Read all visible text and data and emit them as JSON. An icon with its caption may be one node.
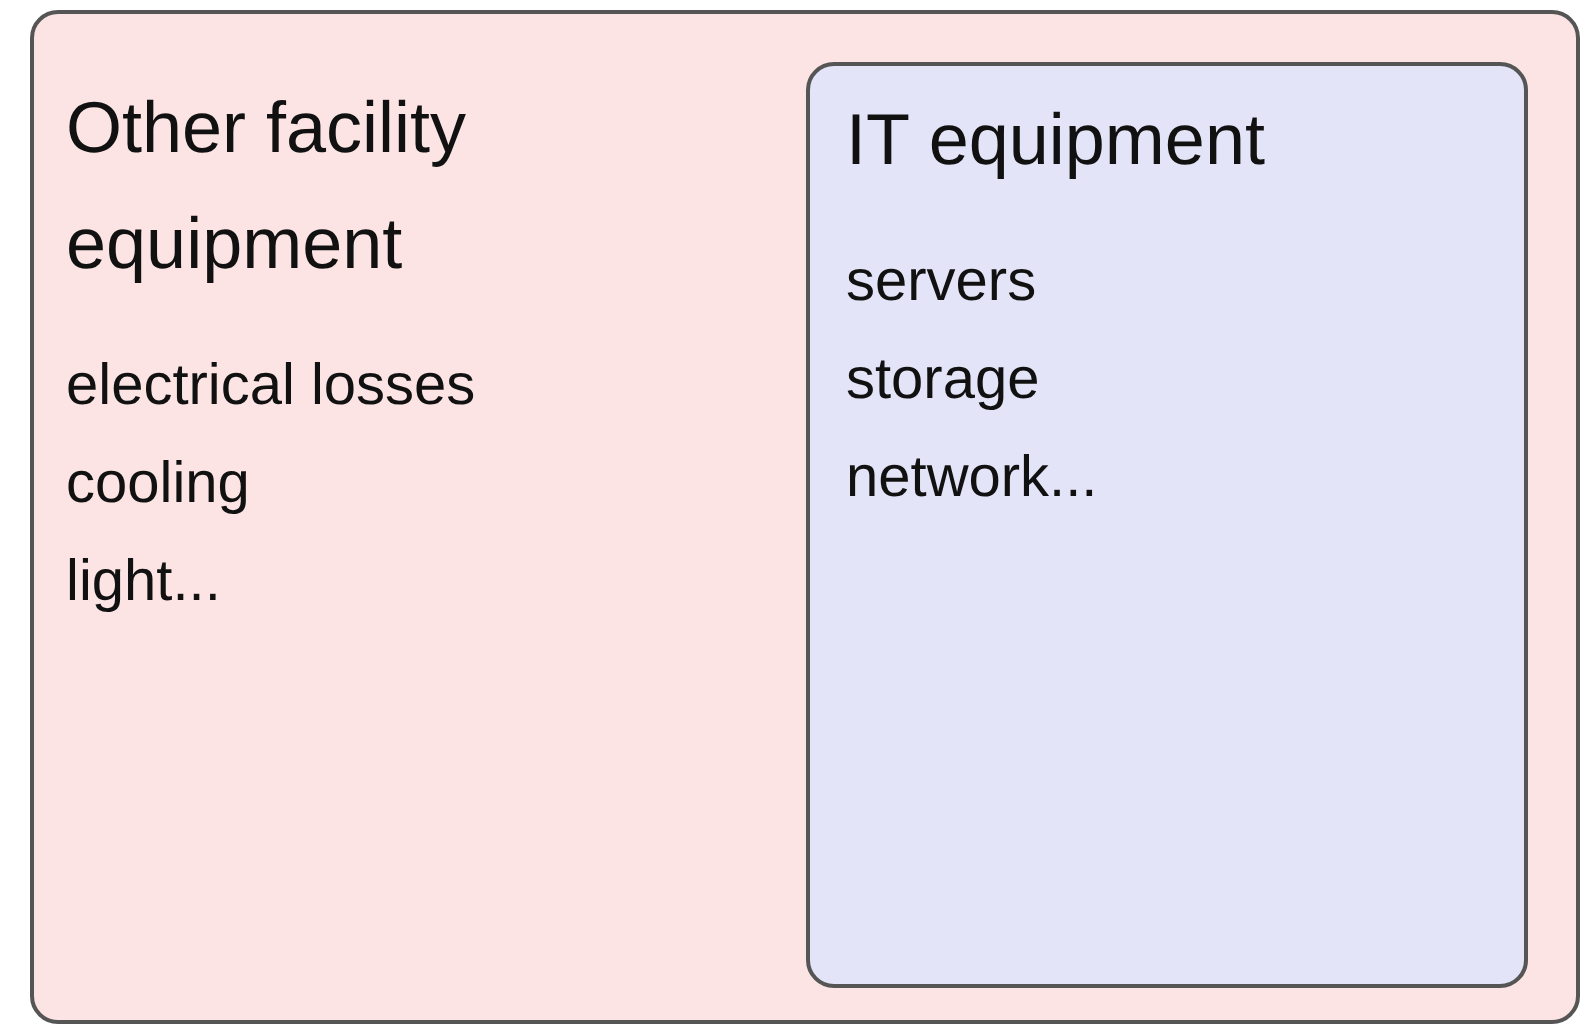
{
  "diagram": {
    "nodes": [
      {
        "text": [
          "Other facility equipment",
          "electrical losses",
          "cooling",
          "light..."
        ]
      },
      {
        "text": [
          "IT equipment",
          "servers",
          "storage",
          "network..."
        ],
        "in": 0
      }
    ]
  }
}
